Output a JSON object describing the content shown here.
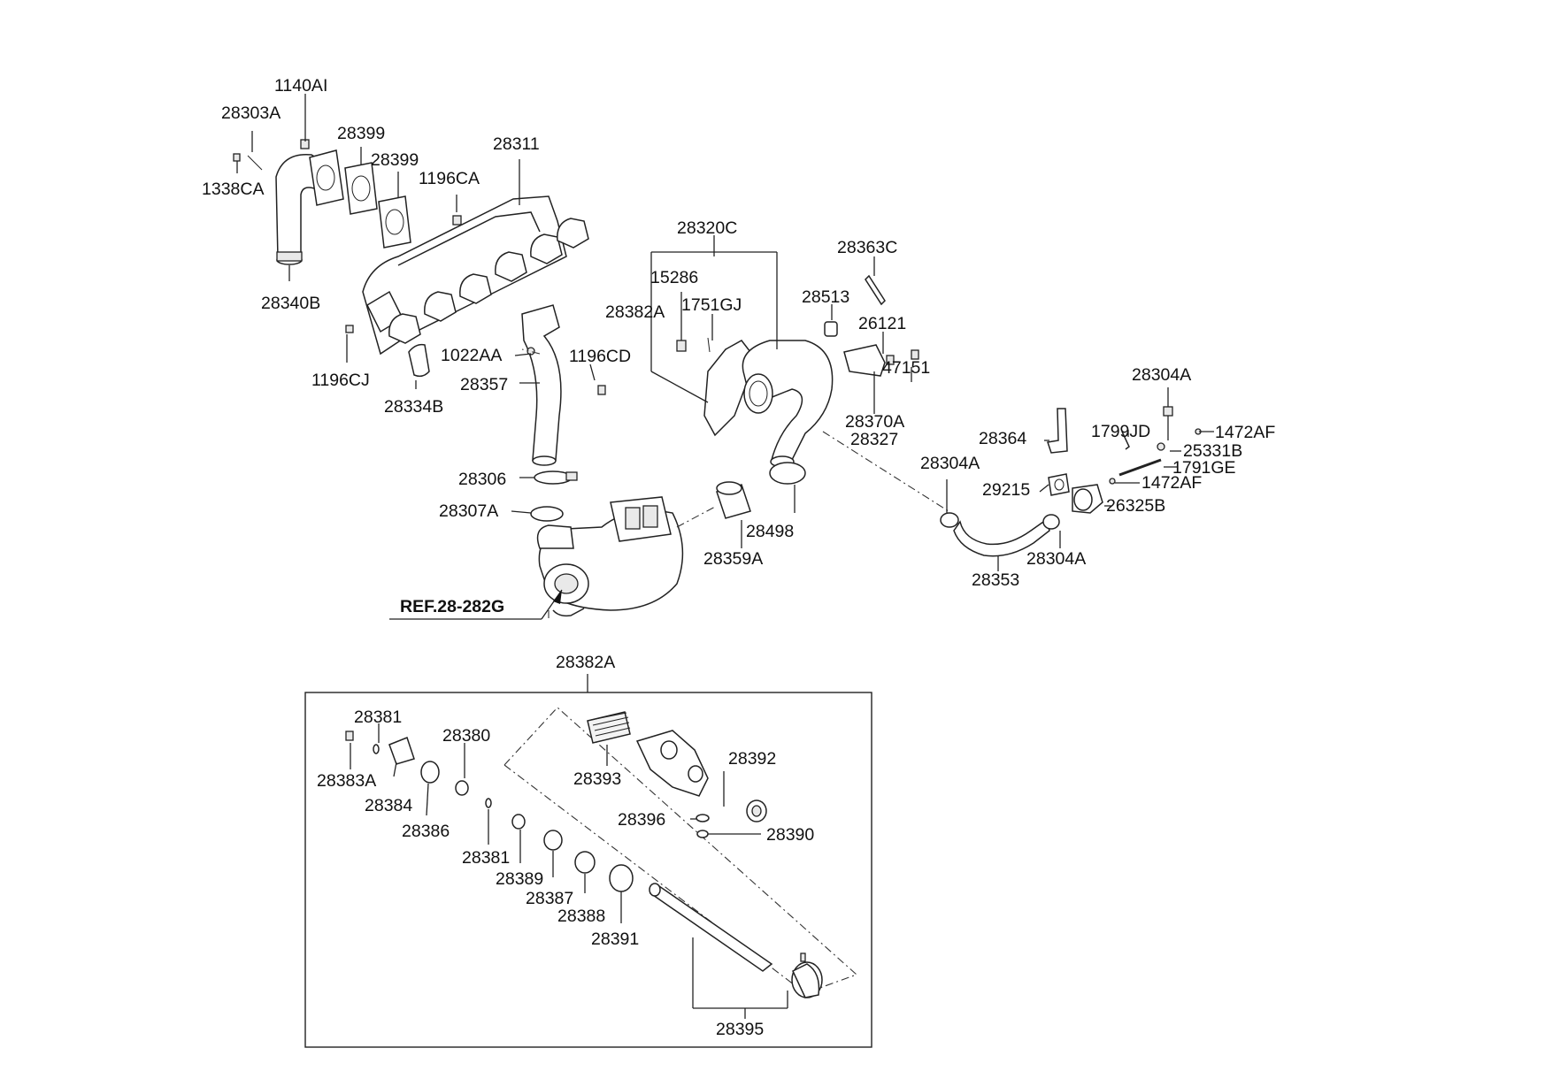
{
  "labels": {
    "l_1140AI": "1140AI",
    "l_28303A": "28303A",
    "l_1338CA": "1338CA",
    "l_28399a": "28399",
    "l_28399b": "28399",
    "l_28311": "28311",
    "l_1196CA": "1196CA",
    "l_28340B": "28340B",
    "l_1196CJ": "1196CJ",
    "l_28334B": "28334B",
    "l_1022AA": "1022AA",
    "l_1196CD": "1196CD",
    "l_28357": "28357",
    "l_28306": "28306",
    "l_28307A": "28307A",
    "l_ref": "REF.28-282G",
    "l_28320C": "28320C",
    "l_15286": "15286",
    "l_28382A_top": "28382A",
    "l_1751GJ": "1751GJ",
    "l_28363C": "28363C",
    "l_28513": "28513",
    "l_26121": "26121",
    "l_47151": "47151",
    "l_28370A": "28370A",
    "l_28327": "28327",
    "l_28498": "28498",
    "l_28359A": "28359A",
    "l_28364": "28364",
    "l_28304A_top": "28304A",
    "l_1799JD": "1799JD",
    "l_1472AF_a": "1472AF",
    "l_25331B": "25331B",
    "l_1791GE": "1791GE",
    "l_1472AF_b": "1472AF",
    "l_28304A_mid": "28304A",
    "l_29215": "29215",
    "l_26325B": "26325B",
    "l_28304A_low": "28304A",
    "l_28353": "28353",
    "l_28382A_box": "28382A",
    "l_28381a": "28381",
    "l_28380": "28380",
    "l_28383A": "28383A",
    "l_28384": "28384",
    "l_28386": "28386",
    "l_28393": "28393",
    "l_28392": "28392",
    "l_28396": "28396",
    "l_28390": "28390",
    "l_28381b": "28381",
    "l_28389": "28389",
    "l_28387": "28387",
    "l_28388": "28388",
    "l_28391": "28391",
    "l_28395": "28395"
  }
}
